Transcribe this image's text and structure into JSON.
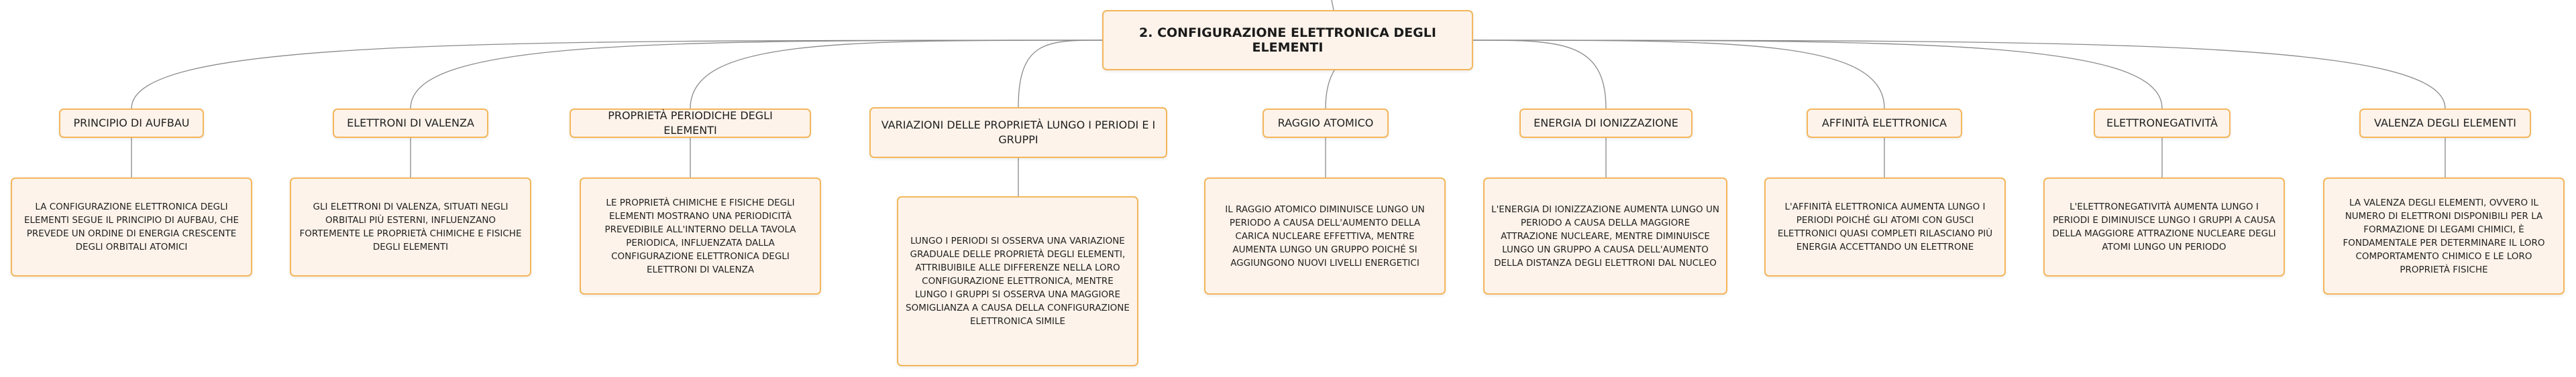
{
  "root": {
    "label": "2. CONFIGURAZIONE ELETTRONICA DEGLI ELEMENTI"
  },
  "branches": [
    {
      "title": "PRINCIPIO DI AUFBAU",
      "text": "LA CONFIGURAZIONE ELETTRONICA DEGLI ELEMENTI SEGUE IL PRINCIPIO DI AUFBAU, CHE PREVEDE UN ORDINE DI ENERGIA CRESCENTE DEGLI ORBITALI ATOMICI"
    },
    {
      "title": "ELETTRONI DI VALENZA",
      "text": "GLI ELETTRONI DI VALENZA, SITUATI NEGLI ORBITALI PIÙ ESTERNI, INFLUENZANO FORTEMENTE LE PROPRIETÀ CHIMICHE E FISICHE DEGLI ELEMENTI"
    },
    {
      "title": "PROPRIETÀ PERIODICHE DEGLI ELEMENTI",
      "text": "LE PROPRIETÀ CHIMICHE E FISICHE DEGLI ELEMENTI MOSTRANO UNA PERIODICITÀ PREVEDIBILE ALL'INTERNO DELLA TAVOLA PERIODICA, INFLUENZATA DALLA CONFIGURAZIONE ELETTRONICA DEGLI ELETTRONI DI VALENZA"
    },
    {
      "title": "VARIAZIONI DELLE PROPRIETÀ LUNGO I PERIODI E I GRUPPI",
      "text": "LUNGO I PERIODI SI OSSERVA UNA VARIAZIONE GRADUALE DELLE PROPRIETÀ DEGLI ELEMENTI, ATTRIBUIBILE ALLE DIFFERENZE NELLA LORO CONFIGURAZIONE ELETTRONICA, MENTRE LUNGO I GRUPPI SI OSSERVA UNA MAGGIORE SOMIGLIANZA A CAUSA DELLA CONFIGURAZIONE ELETTRONICA SIMILE"
    },
    {
      "title": "RAGGIO ATOMICO",
      "text": "IL RAGGIO ATOMICO DIMINUISCE LUNGO UN PERIODO A CAUSA DELL'AUMENTO DELLA CARICA NUCLEARE EFFETTIVA, MENTRE AUMENTA LUNGO UN GRUPPO POICHÉ SI AGGIUNGONO NUOVI LIVELLI ENERGETICI"
    },
    {
      "title": "ENERGIA DI IONIZZAZIONE",
      "text": "L'ENERGIA DI IONIZZAZIONE AUMENTA LUNGO UN PERIODO A CAUSA DELLA MAGGIORE ATTRAZIONE NUCLEARE, MENTRE DIMINUISCE LUNGO UN GRUPPO A CAUSA DELL'AUMENTO DELLA DISTANZA DEGLI ELETTRONI DAL NUCLEO"
    },
    {
      "title": "AFFINITÀ ELETTRONICA",
      "text": "L'AFFINITÀ ELETTRONICA AUMENTA LUNGO I PERIODI POICHÉ GLI ATOMI CON GUSCI ELETTRONICI QUASI COMPLETI RILASCIANO PIÙ ENERGIA ACCETTANDO UN ELETTRONE"
    },
    {
      "title": "ELETTRONEGATIVITÀ",
      "text": "L'ELETTRONEGATIVITÀ AUMENTA LUNGO I PERIODI E DIMINUISCE LUNGO I GRUPPI A CAUSA DELLA MAGGIORE ATTRAZIONE NUCLEARE DEGLI ATOMI LUNGO UN PERIODO"
    },
    {
      "title": "VALENZA DEGLI ELEMENTI",
      "text": "LA VALENZA DEGLI ELEMENTI, OVVERO IL NUMERO DI ELETTRONI DISPONIBILI PER LA FORMAZIONE DI LEGAMI CHIMICI, È FONDAMENTALE PER DETERMINARE IL LORO COMPORTAMENTO CHIMICO E LE LORO PROPRIETÀ FISICHE"
    }
  ]
}
